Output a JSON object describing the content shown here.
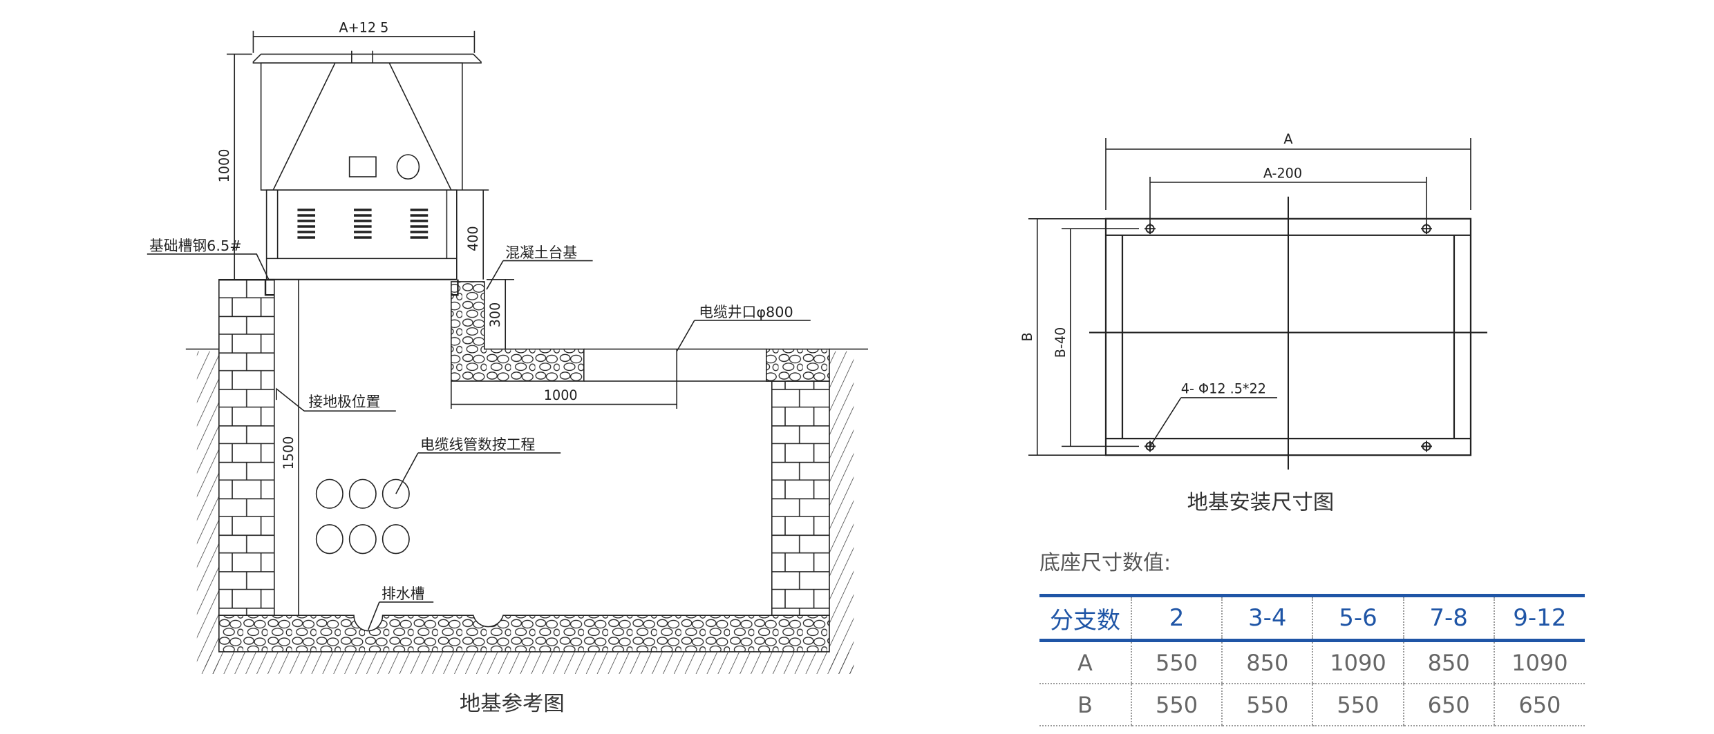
{
  "left_drawing": {
    "caption": "地基参考图",
    "dims": {
      "top_width": "A+12 5",
      "height_1000": "1000",
      "height_400": "400",
      "height_300": "300",
      "depth_1500": "1500",
      "width_1000": "1000"
    },
    "labels": {
      "channel_steel": "基础槽钢6.5#",
      "concrete_base": "混凝土台基",
      "cable_well": "电缆井口φ800",
      "ground_electrode": "接地极位置",
      "conduits": "电缆线管数按工程",
      "drain": "排水槽"
    }
  },
  "right_drawing": {
    "caption": "地基安装尺寸图",
    "dims": {
      "a": "A",
      "a_minus": "A-200",
      "b": "B",
      "b_minus": "B-40",
      "holes": "4- Φ12 .5*22"
    }
  },
  "table": {
    "caption": "底座尺寸数值:",
    "headers": [
      "分支数",
      "2",
      "3-4",
      "5-6",
      "7-8",
      "9-12"
    ],
    "rows": [
      [
        "A",
        "550",
        "850",
        "1090",
        "850",
        "1090"
      ],
      [
        "B",
        "550",
        "550",
        "550",
        "650",
        "650"
      ]
    ]
  },
  "colors": {
    "accent": "#1f55a6",
    "line": "#222222"
  }
}
